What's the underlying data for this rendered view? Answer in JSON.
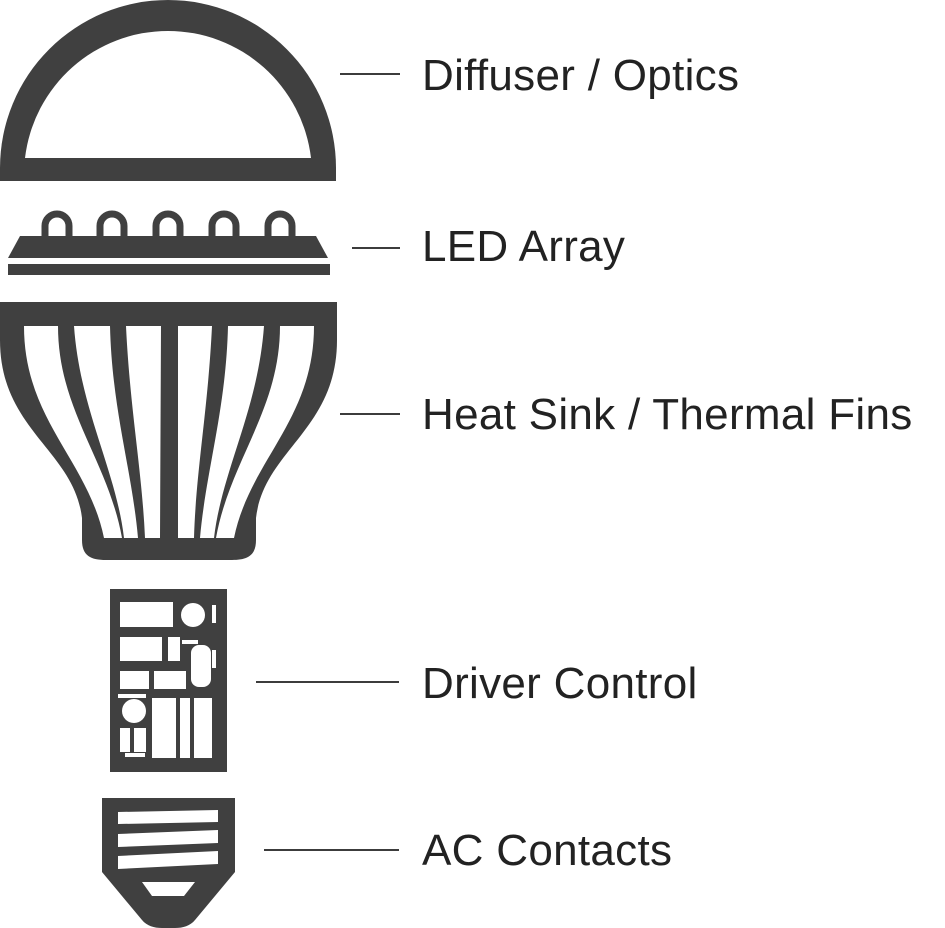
{
  "colors": {
    "ink": "#404040",
    "text": "#222222",
    "leader": "#3c3c3c",
    "background": "#ffffff"
  },
  "parts": [
    {
      "id": "diffuser",
      "label": "Diffuser / Optics"
    },
    {
      "id": "led",
      "label": "LED Array"
    },
    {
      "id": "heatsink",
      "label": "Heat Sink / Thermal Fins"
    },
    {
      "id": "driver",
      "label": "Driver Control"
    },
    {
      "id": "contacts",
      "label": "AC Contacts"
    }
  ]
}
